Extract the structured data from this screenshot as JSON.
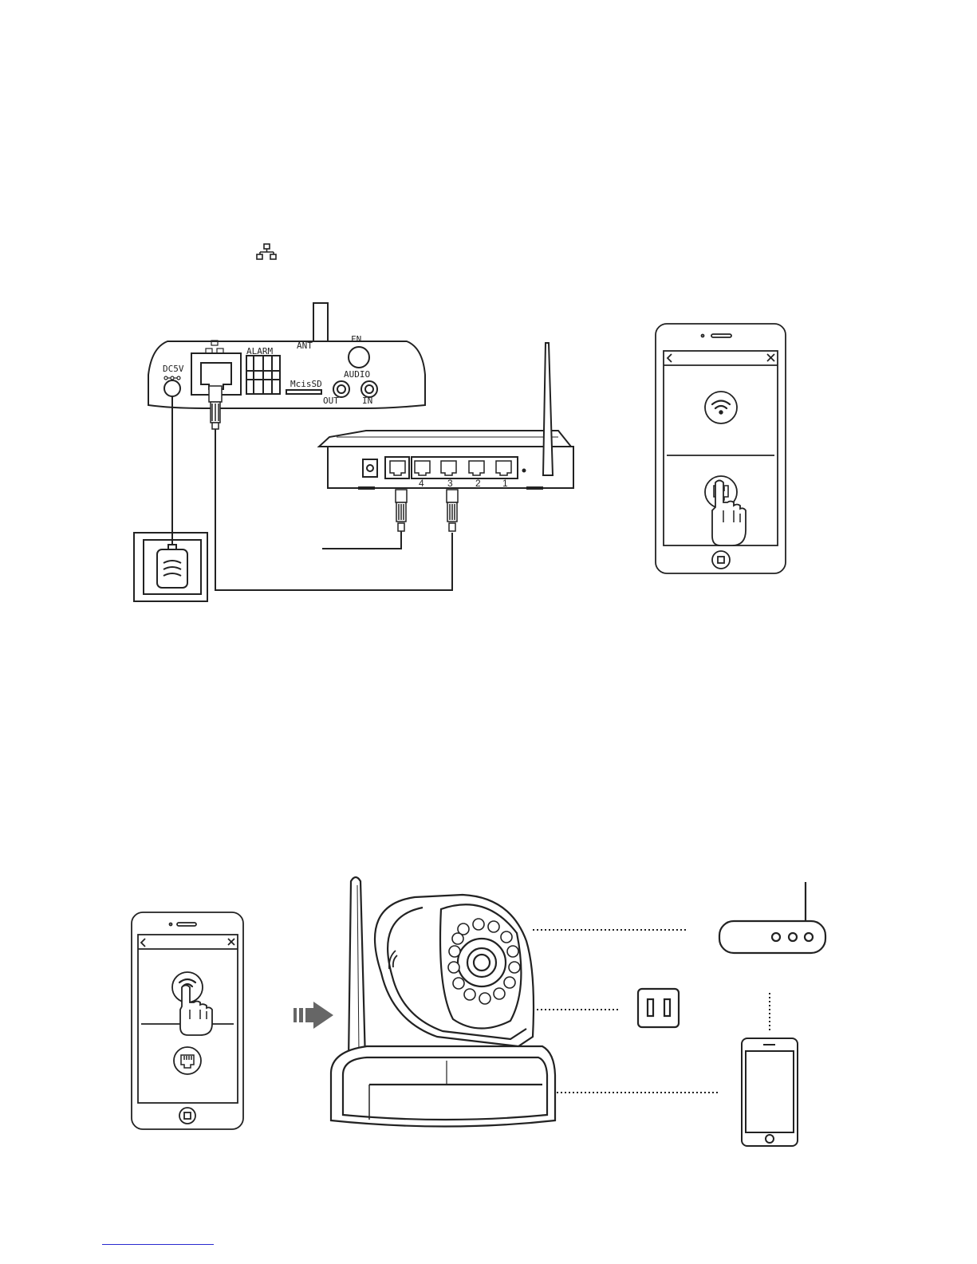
{
  "camera_panel": {
    "dc_label": "DC5V",
    "alarm_label": "ALARM",
    "ant_label": "ANT",
    "fn_label": "FN",
    "audio_label": "AUDIO",
    "sd_label": "McisSD",
    "out_label": "OUT",
    "in_label": "IN"
  },
  "router": {
    "port_labels": [
      "4",
      "3",
      "2",
      "1"
    ]
  },
  "icons": {
    "network": "network-icon",
    "wifi": "wifi-icon",
    "ethernet": "ethernet-port-icon",
    "hand": "hand-pointer-icon",
    "back": "back-chevron-icon",
    "close": "close-icon",
    "home": "home-button-icon",
    "arrow": "arrow-right-icon",
    "outlet": "power-outlet-icon"
  }
}
